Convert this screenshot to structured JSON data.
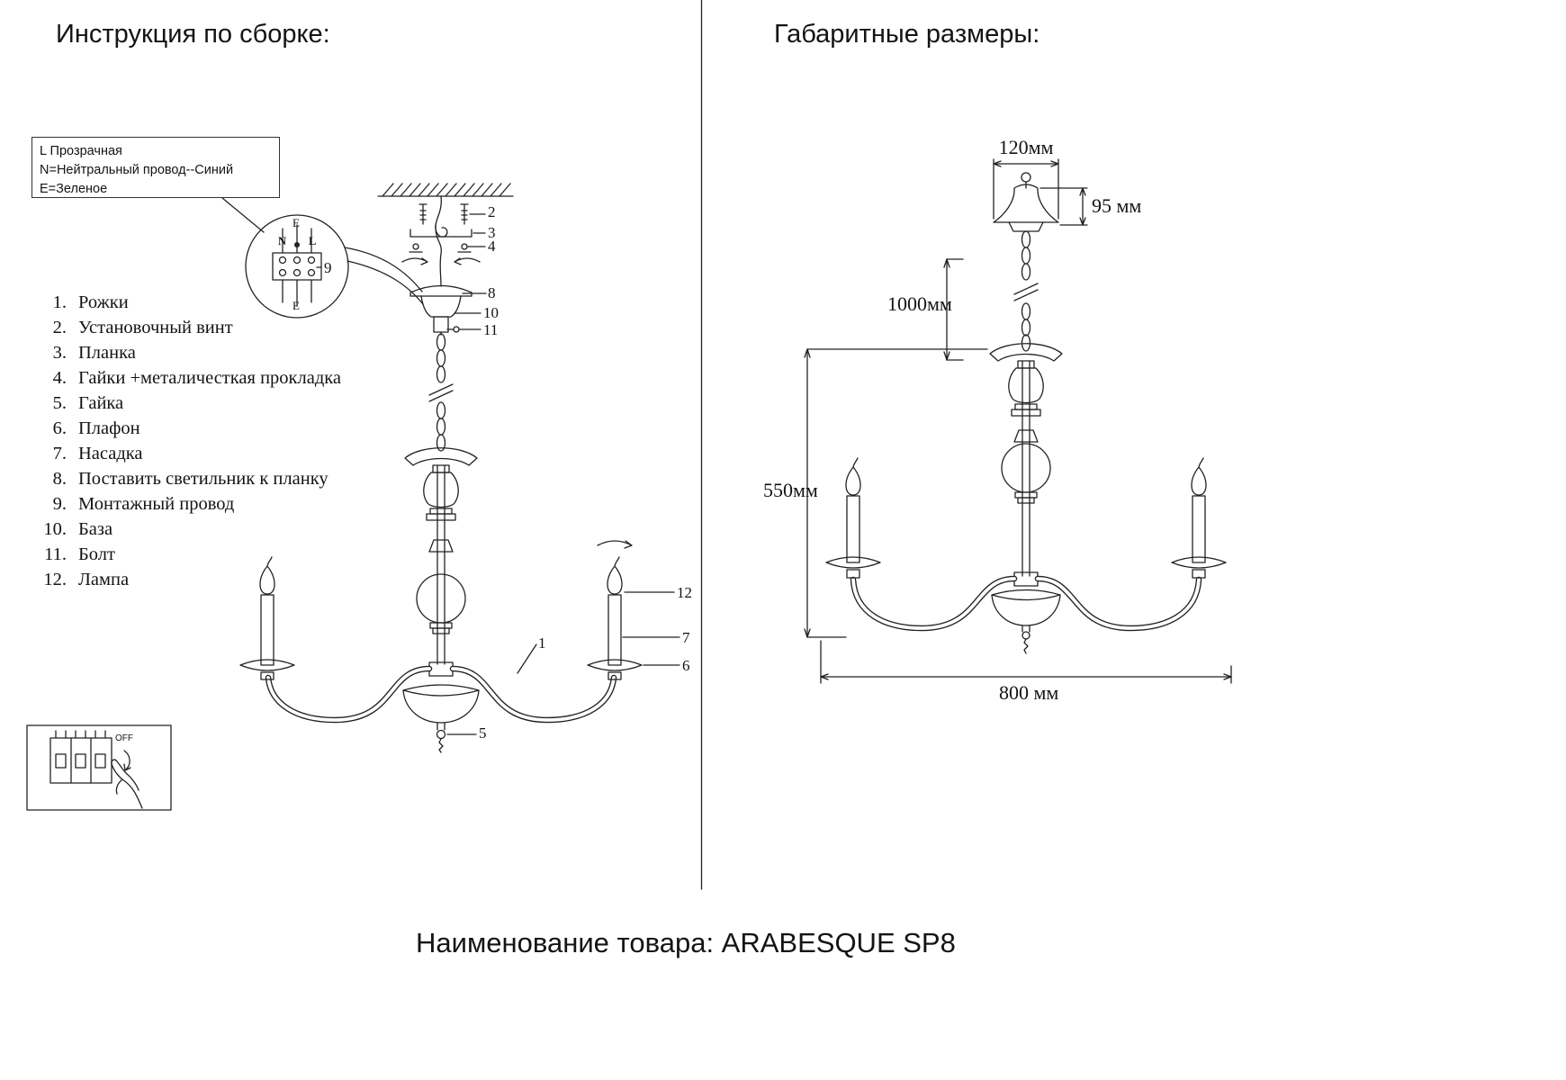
{
  "left_panel": {
    "title": "Инструкция по сборке:",
    "legend": {
      "line1": "L  Прозрачная",
      "line2": "N=Нейтральный провод--Синий",
      "line3": "Е=Зеленое"
    },
    "wiring_detail": {
      "label_n": "N",
      "label_l": "L",
      "label_e_top": "E",
      "label_e_bottom": "E"
    },
    "parts": [
      {
        "num": "1.",
        "label": "Рожки"
      },
      {
        "num": "2.",
        "label": "Установочный винт"
      },
      {
        "num": "3.",
        "label": "Планка"
      },
      {
        "num": "4.",
        "label": "Гайки +металичесткая прокладка"
      },
      {
        "num": "5.",
        "label": "Гайка"
      },
      {
        "num": "6.",
        "label": "Плафон"
      },
      {
        "num": "7.",
        "label": "Насадка"
      },
      {
        "num": "8.",
        "label": "Поставить светильник к планку"
      },
      {
        "num": "9.",
        "label": "Монтажный провод"
      },
      {
        "num": "10.",
        "label": "База"
      },
      {
        "num": "11.",
        "label": "Болт"
      },
      {
        "num": "12.",
        "label": "Лампа"
      }
    ],
    "callouts": {
      "n1": "1",
      "n2": "2",
      "n3": "3",
      "n4": "4",
      "n5": "5",
      "n6": "6",
      "n7": "7",
      "n8": "8",
      "n9": "9",
      "n10": "10",
      "n11": "11",
      "n12": "12"
    },
    "breaker_label": "OFF"
  },
  "right_panel": {
    "title": "Габаритные размеры:",
    "dimensions": {
      "canopy_width": "120мм",
      "canopy_height": "95 мм",
      "chain_length": "1000мм",
      "body_height": "550мм",
      "total_width": "800 мм"
    }
  },
  "footer": {
    "product_label": "Наименование товара: ARABESQUE SP8"
  }
}
